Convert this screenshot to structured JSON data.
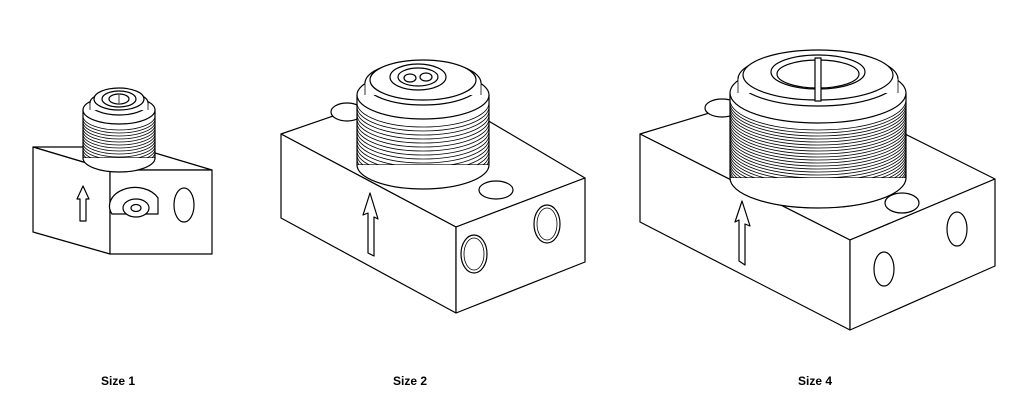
{
  "figure": {
    "stroke_color": "#000000",
    "background_color": "#ffffff",
    "items": [
      {
        "label": "Size 1",
        "flow_arrow": "up-arrow-icon"
      },
      {
        "label": "Size 2",
        "flow_arrow": "up-arrow-icon"
      },
      {
        "label": "Size 4",
        "flow_arrow": "up-arrow-icon"
      }
    ]
  }
}
